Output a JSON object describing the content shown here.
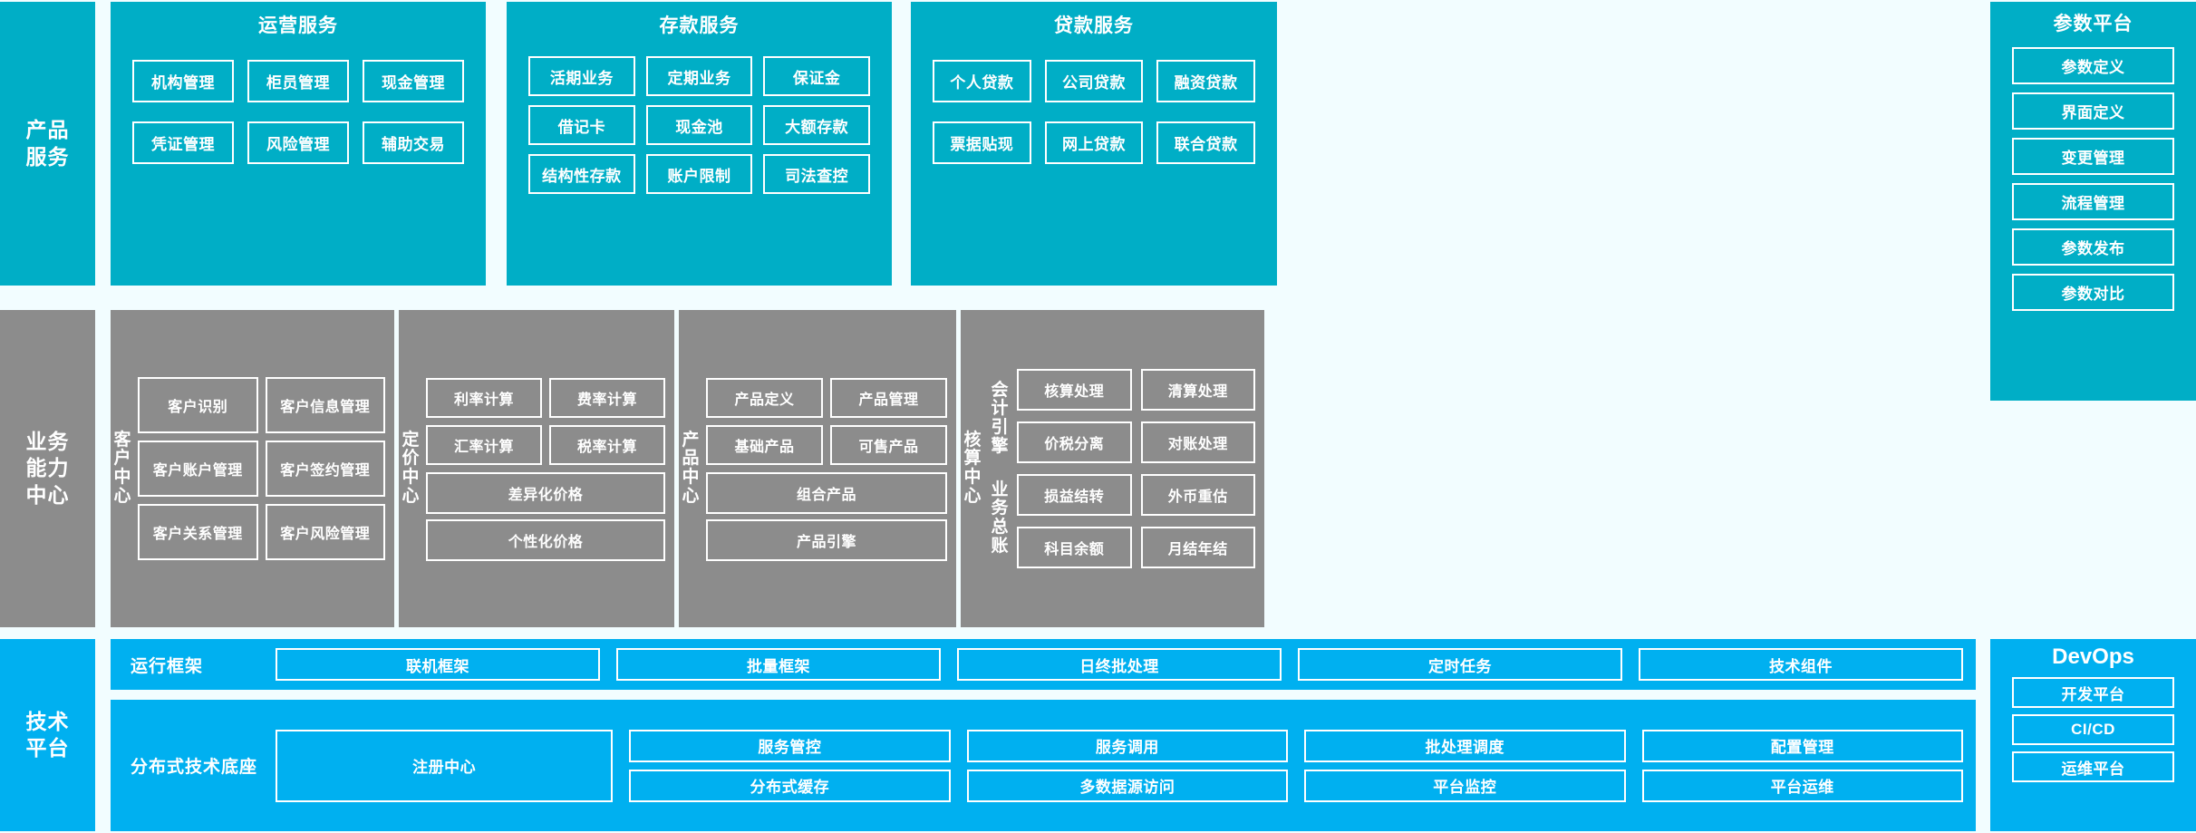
{
  "layers": {
    "product_service": "产品\n服务",
    "business_capability": "业务\n能力\n中心",
    "technical_platform": "技术\n平台"
  },
  "rail_labels": {
    "row1": "产品 服务",
    "row1_line1": "产品",
    "row1_line2": "服务",
    "row2_line1": "业务",
    "row2_line2": "能力",
    "row2_line3": "中心",
    "row3_line1": "技术",
    "row3_line2": "平台"
  },
  "operation_service": {
    "title": "运营服务",
    "items": [
      "机构管理",
      "柜员管理",
      "现金管理",
      "凭证管理",
      "风险管理",
      "辅助交易"
    ]
  },
  "deposit_service": {
    "title": "存款服务",
    "items": [
      "活期业务",
      "定期业务",
      "保证金",
      "借记卡",
      "现金池",
      "大额存款",
      "结构性存款",
      "账户限制",
      "司法查控"
    ]
  },
  "loan_service": {
    "title": "贷款服务",
    "items": [
      "个人贷款",
      "公司贷款",
      "融资贷款",
      "票据贴现",
      "网上贷款",
      "联合贷款"
    ]
  },
  "parameter_platform": {
    "title": "参数平台",
    "items": [
      "参数定义",
      "界面定义",
      "变更管理",
      "流程管理",
      "参数发布",
      "参数对比"
    ]
  },
  "customer_center": {
    "label": "客户中心",
    "items": [
      "客户识别",
      "客户信息管理",
      "客户账户管理",
      "客户签约管理",
      "客户关系管理",
      "客户风险管理"
    ]
  },
  "pricing_center": {
    "label": "定价中心",
    "items": [
      "利率计算",
      "费率计算",
      "汇率计算",
      "税率计算"
    ],
    "wide_items": [
      "差异化价格",
      "个性化价格"
    ]
  },
  "product_center": {
    "label": "产品中心",
    "items": [
      "产品定义",
      "产品管理",
      "基础产品",
      "可售产品"
    ],
    "wide_items": [
      "组合产品",
      "产品引擎"
    ]
  },
  "accounting_center": {
    "label": "核算中心",
    "sub_label_1": "会计引擎",
    "sub_label_2": "业务总账",
    "engine_items": [
      "核算处理",
      "清算处理",
      "价税分离",
      "对账处理"
    ],
    "ledger_items": [
      "损益结转",
      "外币重估",
      "科目余额",
      "月结年结"
    ]
  },
  "runtime_framework": {
    "label": "运行框架",
    "items": [
      "联机框架",
      "批量框架",
      "日终批处理",
      "定时任务",
      "技术组件"
    ]
  },
  "distributed_base": {
    "label": "分布式技术底座",
    "registry": "注册中心",
    "items_row1": [
      "服务管控",
      "服务调用",
      "批处理调度",
      "配置管理"
    ],
    "items_row2": [
      "分布式缓存",
      "多数据源访问",
      "平台监控",
      "平台运维"
    ]
  },
  "devops": {
    "title": "DevOps",
    "items": [
      "开发平台",
      "CI/CD",
      "运维平台"
    ]
  },
  "colors": {
    "teal": "#00aec6",
    "blue": "#00b0f0",
    "gray": "#8c8c8c",
    "background": "#f2fdff",
    "text": "#ffffff"
  }
}
